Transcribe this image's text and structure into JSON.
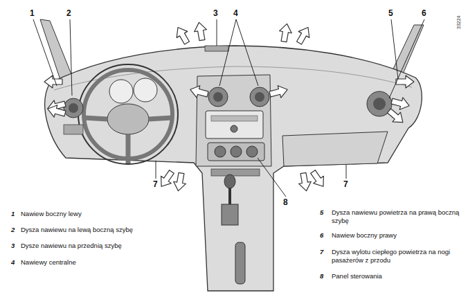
{
  "diagram": {
    "labels": [
      "1",
      "2",
      "3",
      "4",
      "5",
      "6",
      "7",
      "7",
      "8",
      "1",
      "Nawiew boczny lewy",
      "2",
      "Dysza nawiewu na lewą boczną szybę",
      "3",
      "Dysze nawiewu na przednią szybę",
      "4",
      "Nawiewy centralne",
      "5",
      "Dysza nawiewu powietrza na prawą boczną szybę",
      "6",
      "Nawiew boczny prawy",
      "7",
      "Dysza wylotu ciepłego powietrza na nogi pasażerów z przodu",
      "8",
      "Panel sterowania",
      "33224"
    ]
  }
}
